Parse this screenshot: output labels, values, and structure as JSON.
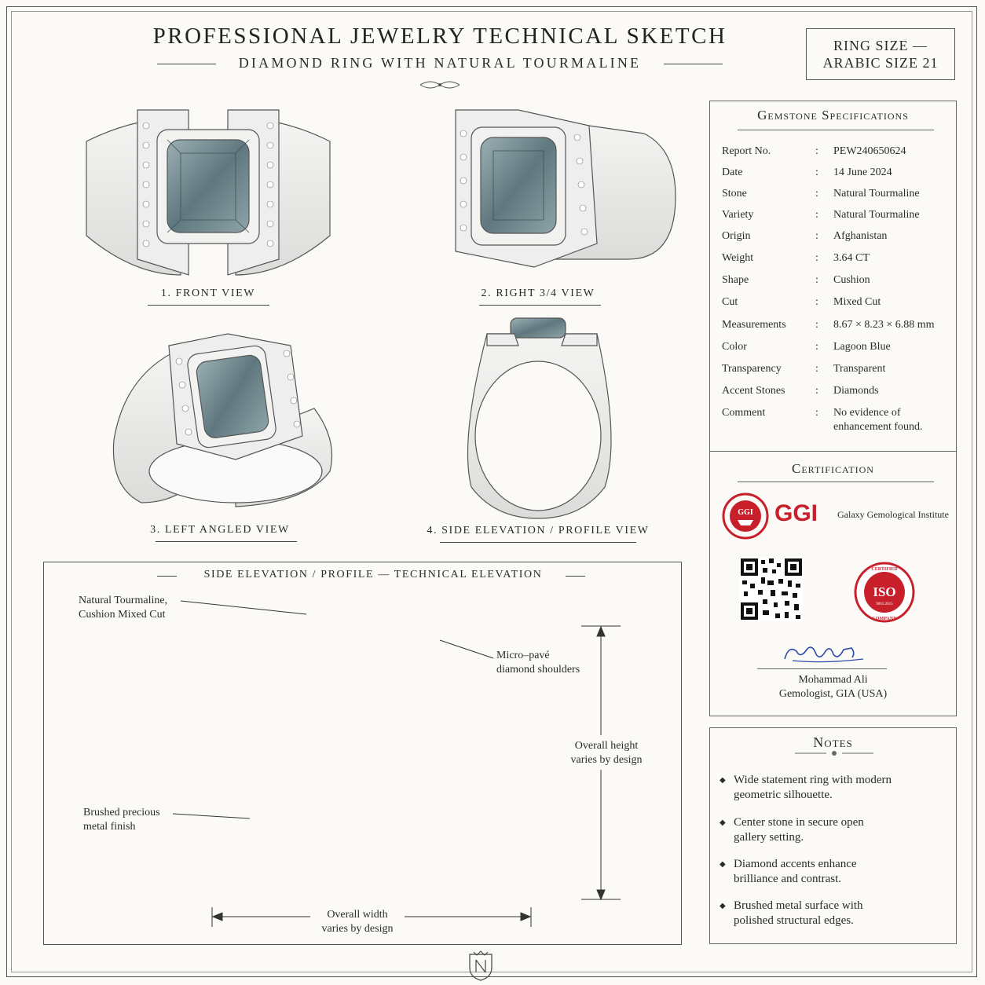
{
  "header": {
    "title": "PROFESSIONAL JEWELRY TECHNICAL SKETCH",
    "subtitle": "DIAMOND RING WITH NATURAL TOURMALINE",
    "ring_size_line1": "RING SIZE —",
    "ring_size_line2": "ARABIC SIZE 21"
  },
  "views": {
    "front": "1. FRONT VIEW",
    "right": "2. RIGHT 3/4 VIEW",
    "left": "3. LEFT ANGLED VIEW",
    "side": "4. SIDE ELEVATION / PROFILE VIEW"
  },
  "technical": {
    "heading": "SIDE ELEVATION / PROFILE — TECHNICAL ELEVATION",
    "stone_note_1": "Natural Tourmaline,",
    "stone_note_2": "Cushion Mixed Cut",
    "pave_note_1": "Micro–pavé",
    "pave_note_2": "diamond shoulders",
    "height_note_1": "Overall height",
    "height_note_2": "varies by design",
    "metal_note_1": "Brushed precious",
    "metal_note_2": "metal finish",
    "width_note_1": "Overall width",
    "width_note_2": "varies by design"
  },
  "specs": {
    "heading": "Gemstone Specifications",
    "rows": [
      {
        "label": "Report No.",
        "value": "PEW240650624"
      },
      {
        "label": "Date",
        "value": "14 June 2024"
      },
      {
        "label": "Stone",
        "value": "Natural Tourmaline"
      },
      {
        "label": "Variety",
        "value": "Natural Tourmaline"
      },
      {
        "label": "Origin",
        "value": "Afghanistan"
      },
      {
        "label": "Weight",
        "value": "3.64 CT"
      },
      {
        "label": "Shape",
        "value": "Cushion"
      },
      {
        "label": "Cut",
        "value": "Mixed Cut"
      },
      {
        "label": "Measurements",
        "value": "8.67 × 8.23 × 6.88 mm"
      },
      {
        "label": "Color",
        "value": "Lagoon Blue"
      },
      {
        "label": "Transparency",
        "value": "Transparent"
      },
      {
        "label": "Accent Stones",
        "value": "Diamonds"
      },
      {
        "label": "Comment",
        "value": "No evidence of",
        "value2": "enhancement found."
      }
    ],
    "colon": ":"
  },
  "certification": {
    "heading": "Certification",
    "lab_short": "GGI",
    "lab_full": "Galaxy Gemological Institute",
    "seal_text": "GGI",
    "iso_top": "CERTIFIED",
    "iso_main": "ISO",
    "iso_std": "9001:2015",
    "iso_bottom": "COMPANY",
    "signer_name": "Mohammad Ali",
    "signer_title": "Gemologist, GIA (USA)"
  },
  "notes": {
    "heading": "Notes",
    "items": [
      {
        "l1": "Wide statement ring with modern",
        "l2": "geometric silhouette."
      },
      {
        "l1": "Center stone in secure open",
        "l2": "gallery setting."
      },
      {
        "l1": "Diamond accents enhance",
        "l2": "brilliance and contrast."
      },
      {
        "l1": "Brushed metal surface with",
        "l2": "polished structural edges."
      }
    ]
  },
  "colors": {
    "accent_red": "#c8202a",
    "stone": "#6f868c",
    "line": "#444444"
  }
}
